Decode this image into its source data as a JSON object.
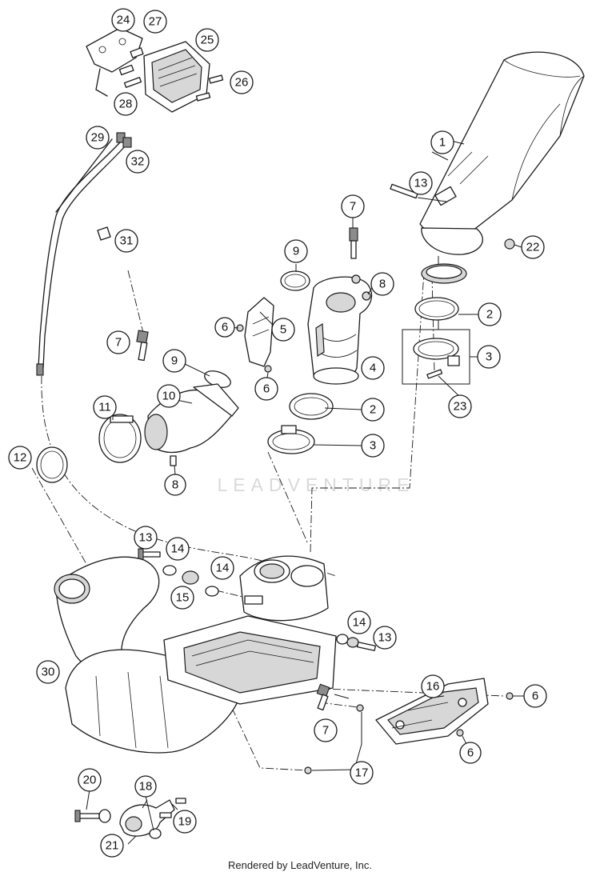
{
  "diagram": {
    "watermark": "LEADVENTURE",
    "footer": "Rendered by LeadVenture, Inc.",
    "callouts": [
      {
        "id": "c1",
        "label": "1"
      },
      {
        "id": "c2a",
        "label": "2"
      },
      {
        "id": "c2b",
        "label": "2"
      },
      {
        "id": "c3a",
        "label": "3"
      },
      {
        "id": "c3b",
        "label": "3"
      },
      {
        "id": "c4",
        "label": "4"
      },
      {
        "id": "c5",
        "label": "5"
      },
      {
        "id": "c6a",
        "label": "6"
      },
      {
        "id": "c6b",
        "label": "6"
      },
      {
        "id": "c6c",
        "label": "6"
      },
      {
        "id": "c6d",
        "label": "6"
      },
      {
        "id": "c7a",
        "label": "7"
      },
      {
        "id": "c7b",
        "label": "7"
      },
      {
        "id": "c7c",
        "label": "7"
      },
      {
        "id": "c8a",
        "label": "8"
      },
      {
        "id": "c8b",
        "label": "8"
      },
      {
        "id": "c9a",
        "label": "9"
      },
      {
        "id": "c9b",
        "label": "9"
      },
      {
        "id": "c10",
        "label": "10"
      },
      {
        "id": "c11",
        "label": "11"
      },
      {
        "id": "c12",
        "label": "12"
      },
      {
        "id": "c13a",
        "label": "13"
      },
      {
        "id": "c13b",
        "label": "13"
      },
      {
        "id": "c13c",
        "label": "13"
      },
      {
        "id": "c14a",
        "label": "14"
      },
      {
        "id": "c14b",
        "label": "14"
      },
      {
        "id": "c14c",
        "label": "14"
      },
      {
        "id": "c15",
        "label": "15"
      },
      {
        "id": "c16",
        "label": "16"
      },
      {
        "id": "c17",
        "label": "17"
      },
      {
        "id": "c18",
        "label": "18"
      },
      {
        "id": "c19",
        "label": "19"
      },
      {
        "id": "c20",
        "label": "20"
      },
      {
        "id": "c21",
        "label": "21"
      },
      {
        "id": "c22",
        "label": "22"
      },
      {
        "id": "c23",
        "label": "23"
      },
      {
        "id": "c24",
        "label": "24"
      },
      {
        "id": "c25",
        "label": "25"
      },
      {
        "id": "c26",
        "label": "26"
      },
      {
        "id": "c27",
        "label": "27"
      },
      {
        "id": "c28",
        "label": "28"
      },
      {
        "id": "c29",
        "label": "29"
      },
      {
        "id": "c30",
        "label": "30"
      },
      {
        "id": "c31",
        "label": "31"
      },
      {
        "id": "c32",
        "label": "32"
      }
    ]
  }
}
